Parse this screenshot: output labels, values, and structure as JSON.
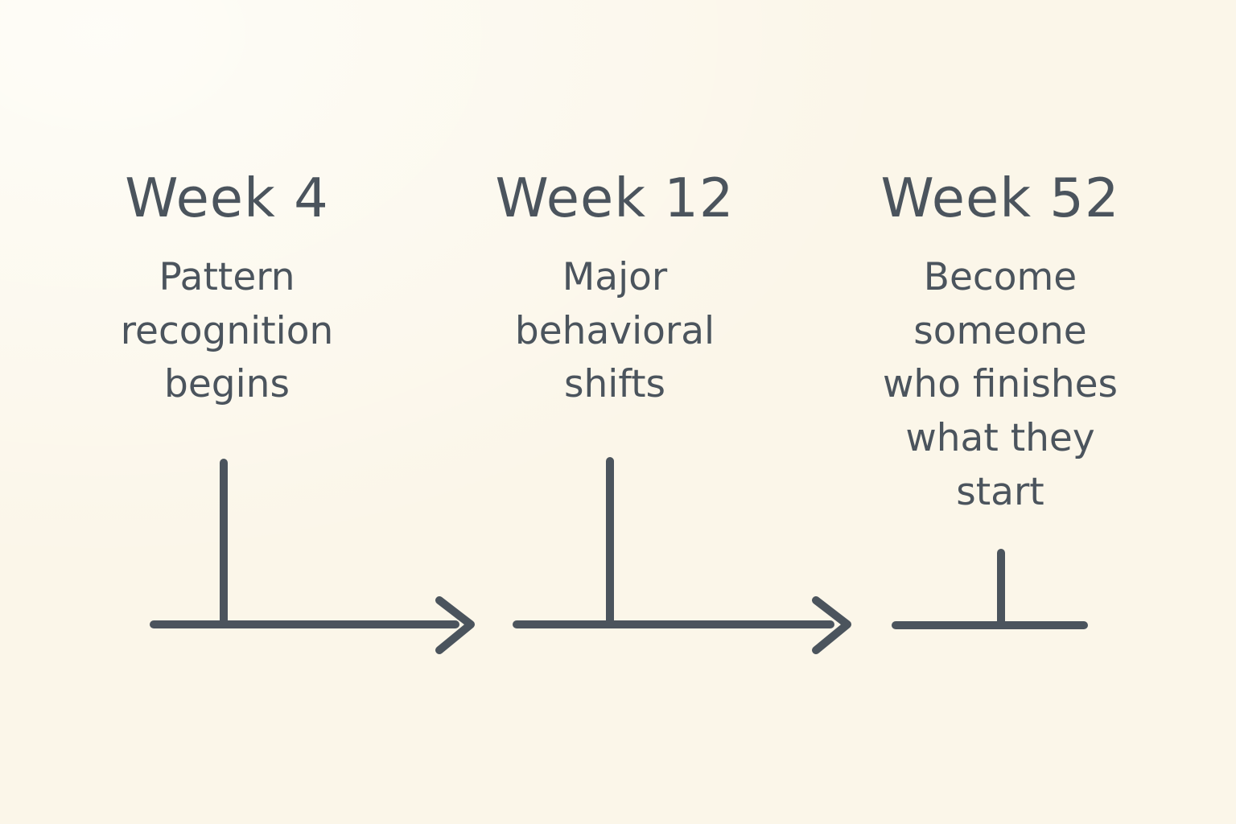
{
  "diagram": {
    "milestones": [
      {
        "week": "Week 4",
        "description": "Pattern\nrecognition\nbegins"
      },
      {
        "week": "Week 12",
        "description": "Major\nbehavioral\nshifts"
      },
      {
        "week": "Week 52",
        "description": "Become\nsomeone\nwho finishes\nwhat they\nstart"
      }
    ]
  },
  "colors": {
    "background": "#fbf6e9",
    "ink": "#4b545d"
  }
}
